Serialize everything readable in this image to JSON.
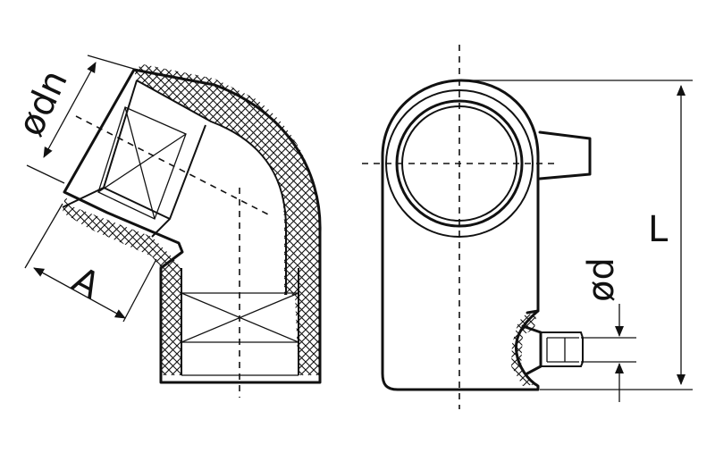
{
  "labels": {
    "outer_diameter": "ødn",
    "insertion_depth": "A",
    "length": "L",
    "pin_diameter": "ød"
  },
  "colors": {
    "line": "#111111",
    "background": "#ffffff",
    "hatch": "#111111"
  }
}
